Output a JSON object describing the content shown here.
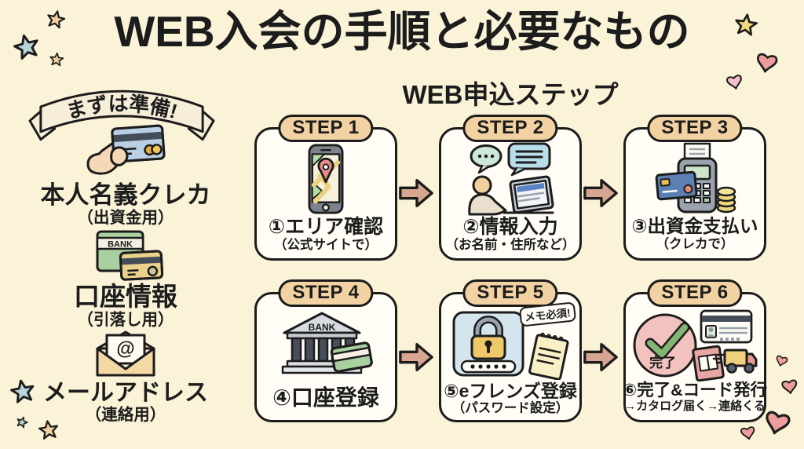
{
  "page": {
    "title": "WEB入会の手順と必要なもの"
  },
  "prepare": {
    "banner": "まずは準備!",
    "items": [
      {
        "icon": "credit-card-in-hand-icon",
        "label": "本人名義クレカ",
        "note": "（出資金用）"
      },
      {
        "icon": "bankbook-and-card-icon",
        "label": "口座情報",
        "note": "（引落し用）",
        "icon_label": "BANK"
      },
      {
        "icon": "mail-envelope-icon",
        "label": "メールアドレス",
        "note": "（連絡用）",
        "icon_label": "@"
      }
    ]
  },
  "steps": {
    "heading": "WEB申込ステップ",
    "cards": [
      {
        "badge": "STEP 1",
        "icon": "smartphone-map-icon",
        "title": "①エリア確認",
        "note": "（公式サイトで）"
      },
      {
        "badge": "STEP 2",
        "icon": "person-entering-info-icon",
        "title": "②情報入力",
        "note": "（お名前・住所など）"
      },
      {
        "badge": "STEP 3",
        "icon": "card-payment-terminal-icon",
        "title": "③出資金支払い",
        "note": "（クレカで）"
      },
      {
        "badge": "STEP 4",
        "icon": "bank-building-icon",
        "title": "④口座登録",
        "note": "",
        "icon_label": "BANK"
      },
      {
        "badge": "STEP 5",
        "icon": "password-lock-icon",
        "title": "⑤eフレンズ登録",
        "note": "（パスワード設定）",
        "memo": "メモ必須!"
      },
      {
        "badge": "STEP 6",
        "icon": "completed-check-icon",
        "title": "⑥完了&コード発行",
        "note": "→カタログ届く→連絡くる",
        "stamp": "完了"
      }
    ]
  },
  "colors": {
    "background": "#faf3d8",
    "outline": "#1c1c1c",
    "card_fill": "#fffdf6",
    "badge_fill": "#f2d2a2",
    "arrow_fill": "#d8a590",
    "ribbon_fill": "#f6eed9",
    "heart_pink": "#ed9d9d",
    "star_blue": "#b7d6d6",
    "star_tan": "#f2cfa0",
    "star_yellow": "#f0da7e"
  }
}
